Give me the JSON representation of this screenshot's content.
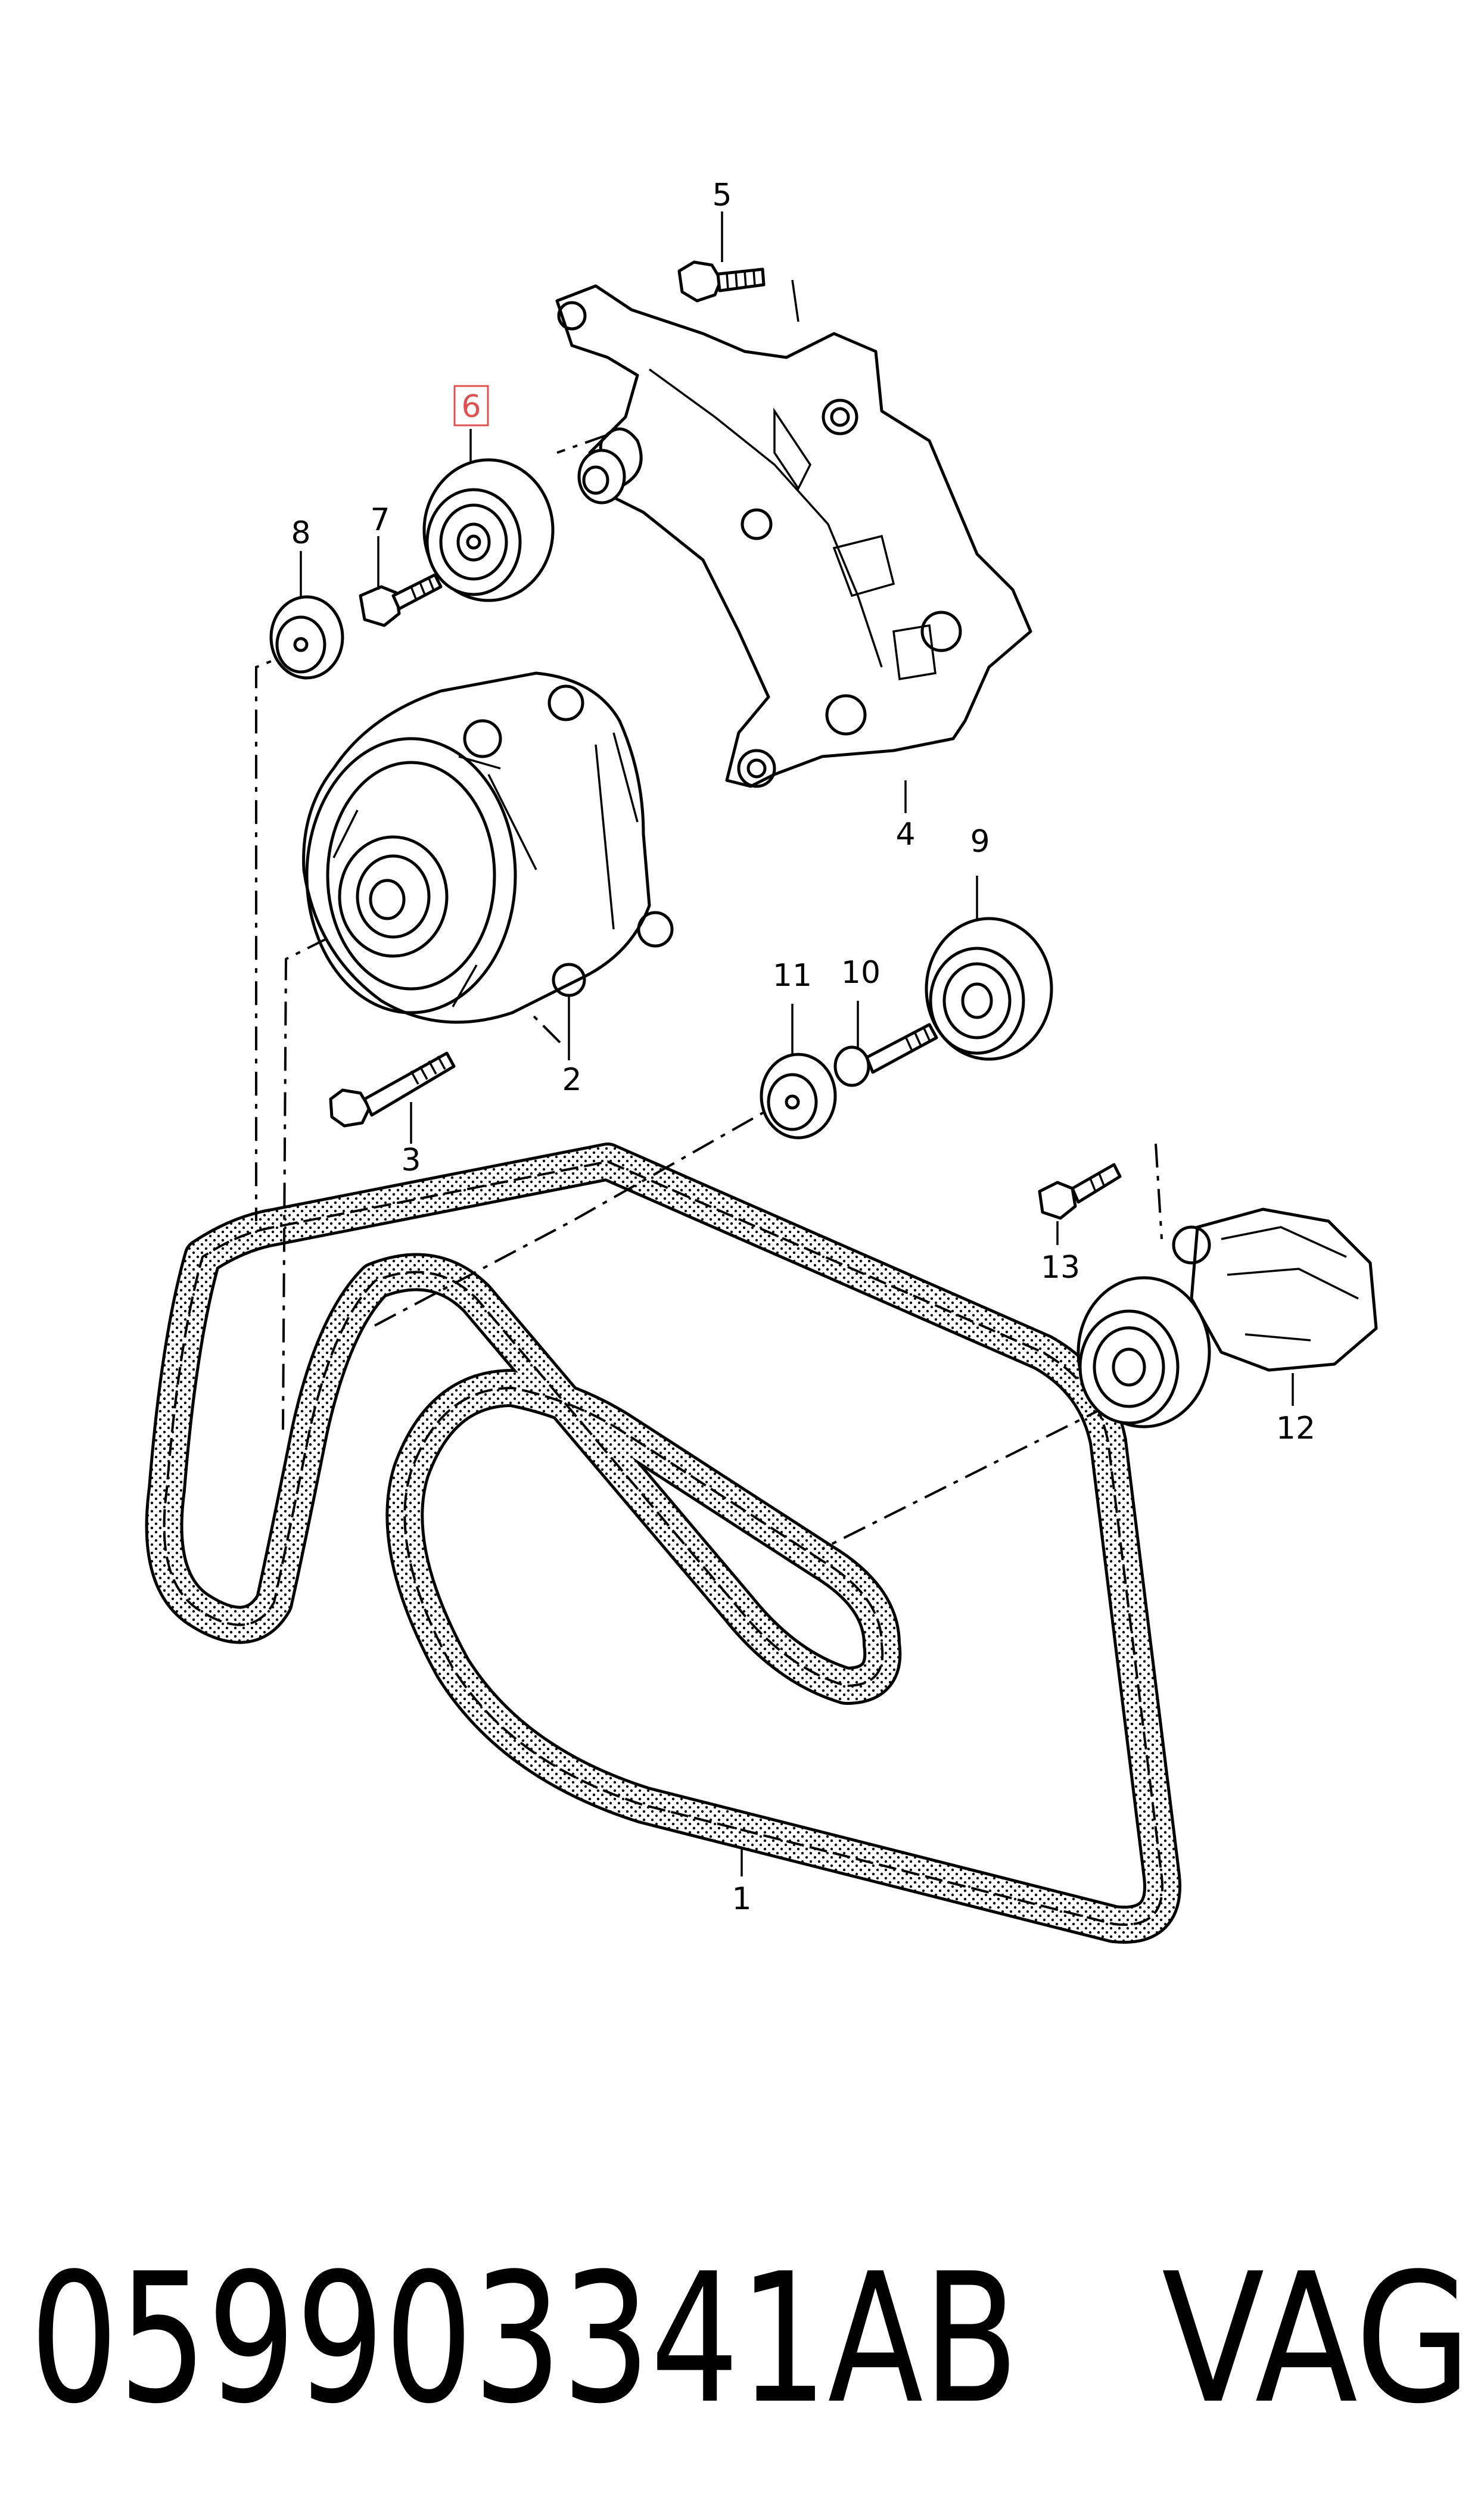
{
  "diagram": {
    "callouts": [
      {
        "id": "c1",
        "label": "1"
      },
      {
        "id": "c2",
        "label": "2"
      },
      {
        "id": "c3",
        "label": "3"
      },
      {
        "id": "c4",
        "label": "4"
      },
      {
        "id": "c5",
        "label": "5"
      },
      {
        "id": "c6",
        "label": "6",
        "highlighted": true
      },
      {
        "id": "c7",
        "label": "7"
      },
      {
        "id": "c8",
        "label": "8"
      },
      {
        "id": "c9",
        "label": "9"
      },
      {
        "id": "c10",
        "label": "10"
      },
      {
        "id": "c11",
        "label": "11"
      },
      {
        "id": "c12",
        "label": "12"
      },
      {
        "id": "c13",
        "label": "13"
      }
    ],
    "highlight_color": "#e05050"
  },
  "footer": {
    "part_number": "059903341AB",
    "brand": "VAG"
  }
}
